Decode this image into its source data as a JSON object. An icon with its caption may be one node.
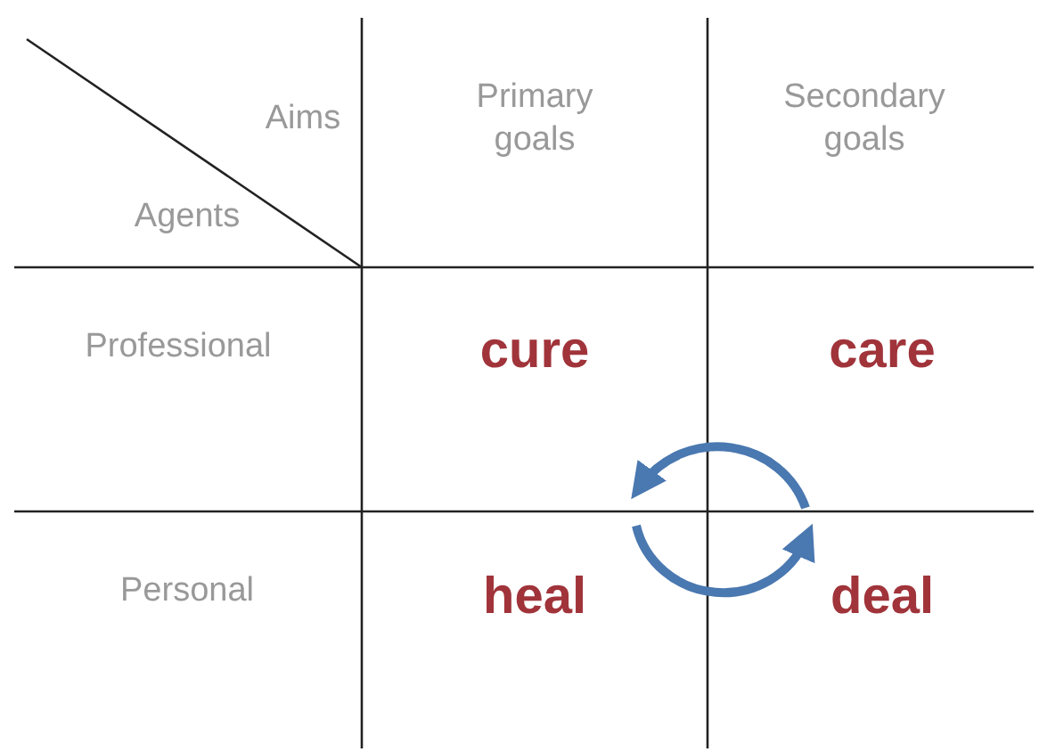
{
  "diagram": {
    "labels": [
      "Aims",
      "Agents",
      "Primary goals",
      "Secondary goals",
      "Professional",
      "cure",
      "care",
      "Personal",
      "heal",
      "deal"
    ]
  }
}
